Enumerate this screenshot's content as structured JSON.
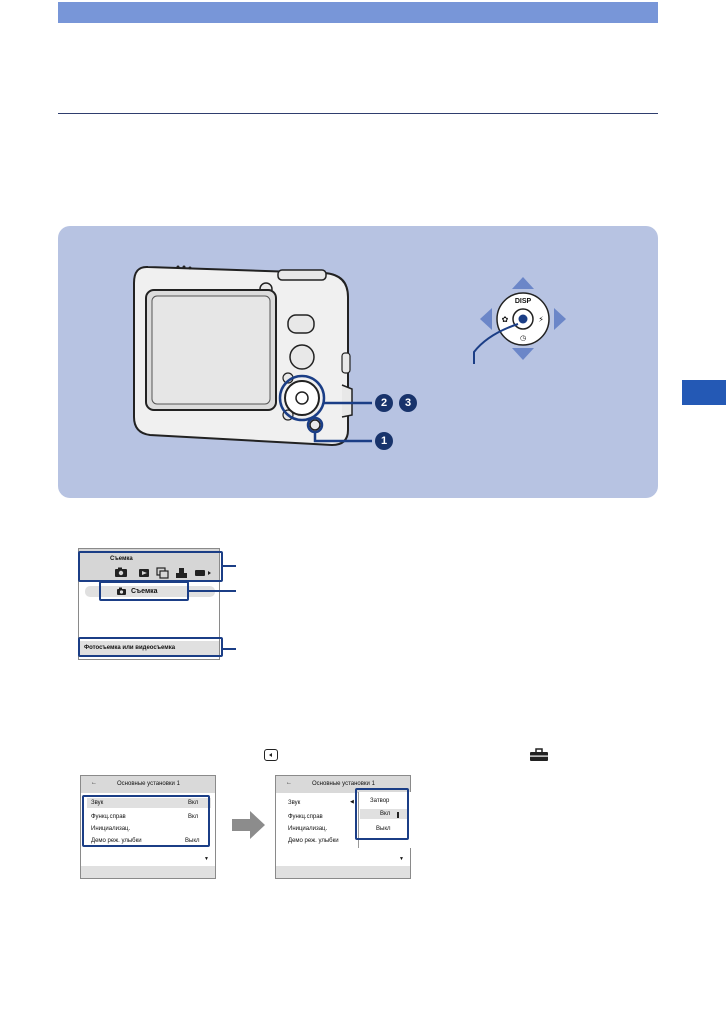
{
  "menu_screen": {
    "category_label": "Съемка",
    "selected_item": "Съемка",
    "description": "Фотосъемка или видеосъемка"
  },
  "settings_before": {
    "title": "Основные установки 1",
    "rows": [
      {
        "label": "Звук",
        "value": "Вкл"
      },
      {
        "label": "Функц.справ",
        "value": "Вкл"
      },
      {
        "label": "Инициализац.",
        "value": ""
      },
      {
        "label": "Демо реж. улыбки",
        "value": "Выкл"
      }
    ]
  },
  "settings_after": {
    "title": "Основные установки 1",
    "rows": [
      "Звук",
      "Функц.справ",
      "Инициализац.",
      "Демо реж. улыбки"
    ],
    "options": [
      "Затвор",
      "Вкл",
      "Выкл"
    ]
  },
  "callouts": {
    "n1": "1",
    "n2": "2",
    "n3": "3"
  },
  "controller": {
    "disp": "DISP"
  },
  "colors": {
    "accent": "#7896d8",
    "panel": "#b7c3e2",
    "highlight": "#1b3e86",
    "tab": "#2459b5"
  },
  "icons": [
    "camera-icon",
    "play-icon",
    "slideshow-icon",
    "print-icon",
    "battery-icon",
    "toolbox-icon",
    "back-arrow-icon",
    "left-key-icon",
    "flow-arrow-icon"
  ]
}
